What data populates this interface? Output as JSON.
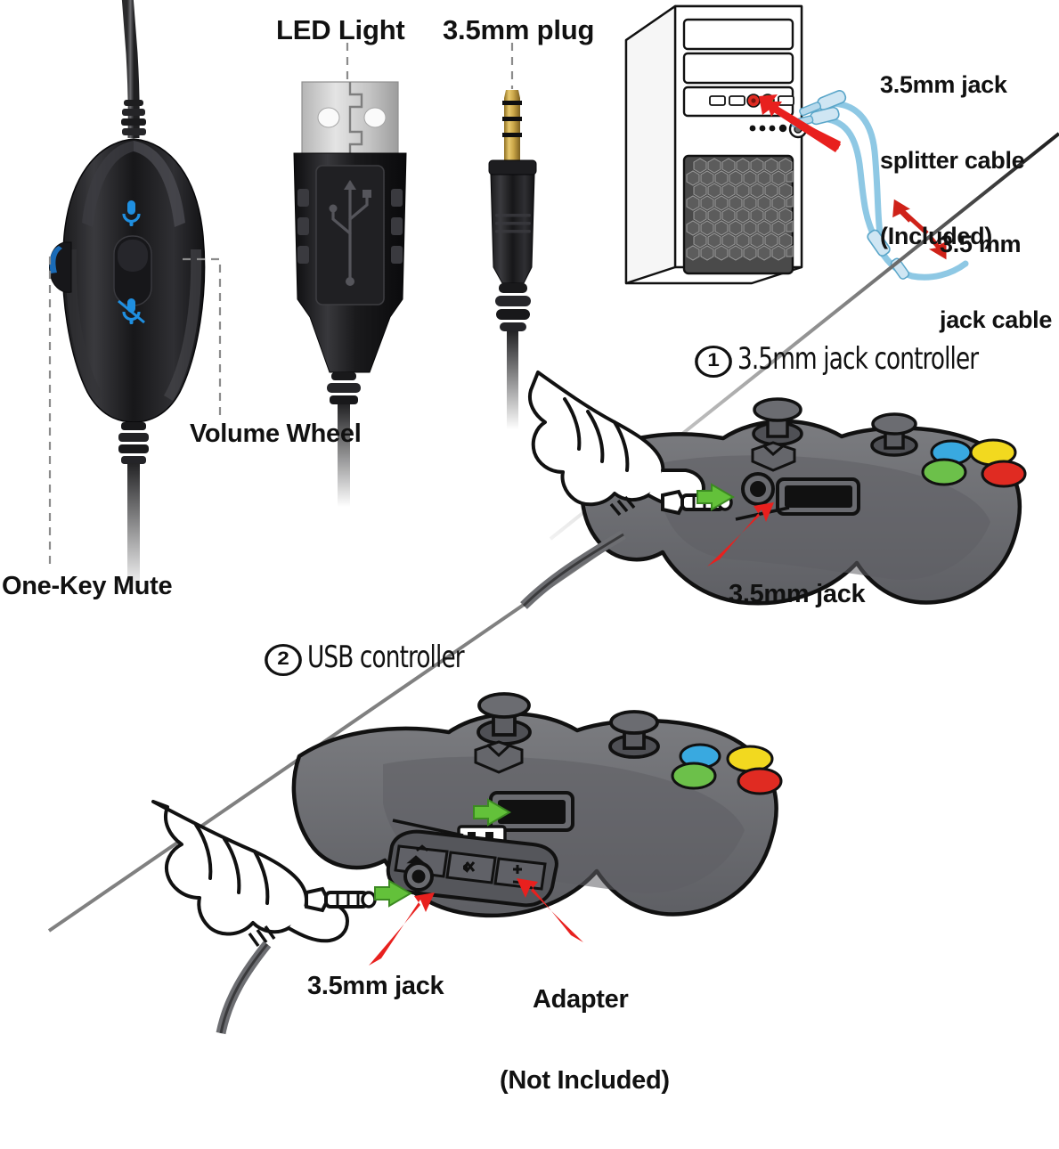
{
  "meta": {
    "kind": "product-instruction-diagram",
    "subject": "Gaming headset connection guide",
    "background_color": "#ffffff",
    "text_color": "#111111"
  },
  "panels": {
    "top_left": {
      "name": "inline-controller-and-plugs"
    },
    "top_right": {
      "name": "pc-tower-connection"
    },
    "middle_right": {
      "name": "jack-controller-connection"
    },
    "bottom": {
      "name": "usb-controller-connection"
    }
  },
  "labels": {
    "led_light": "LED Light",
    "plug_35mm": "3.5mm plug",
    "volume_wheel": "Volume Wheel",
    "one_key_mute": "One-Key Mute",
    "splitter_cable": "3.5mm jack\nsplitter cable\n(Included)",
    "splitter_cable_lines": [
      "3.5mm jack",
      "splitter cable",
      "(Included)"
    ],
    "jack_cable": "3.5 mm\njack cable",
    "jack_cable_lines": [
      "3.5 mm",
      "jack cable"
    ],
    "jack_35_top": "3.5mm jack",
    "jack_35_bottom": "3.5mm jack",
    "adapter": "Adapter\n(Not Included)",
    "adapter_lines": [
      "Adapter",
      "(Not Included)"
    ]
  },
  "sections": [
    {
      "number": "1",
      "title": "3.5mm jack controller"
    },
    {
      "number": "2",
      "title": "USB controller"
    }
  ],
  "colors": {
    "arrow_red": "#e8201e",
    "arrow_green": "#63c13a",
    "controller_body": "#6d6e72",
    "controller_body_dark": "#5a5b60",
    "controller_outline": "#111111",
    "cable_blue": "#8ec8e4",
    "cable_blue_dark": "#5aa6c9",
    "usb_metal": "#cdcdcd",
    "plug_gold": "#caa24a",
    "led_blue": "#1f8fe0",
    "button_blue": "#39a9e0",
    "button_green": "#6cc04a",
    "button_yellow": "#f2d91f",
    "button_red": "#e02b22",
    "pc_port_red": "#e02b22",
    "pc_port_green": "#23bd2a",
    "divider_gray": "#9a9a9a",
    "black": "#111111",
    "white": "#ffffff"
  },
  "icons": {
    "led": "led-dot-icon",
    "mic_on": "microphone-icon",
    "mic_off": "microphone-muted-icon",
    "usb_logo": "usb-trident-icon",
    "volume_plus": "volume-up-icon",
    "volume_minus": "volume-down-icon",
    "jack_socket": "headphone-jack-socket-icon",
    "arrow_insert": "green-insert-arrow-icon",
    "arrow_point": "red-pointer-arrow-icon"
  }
}
